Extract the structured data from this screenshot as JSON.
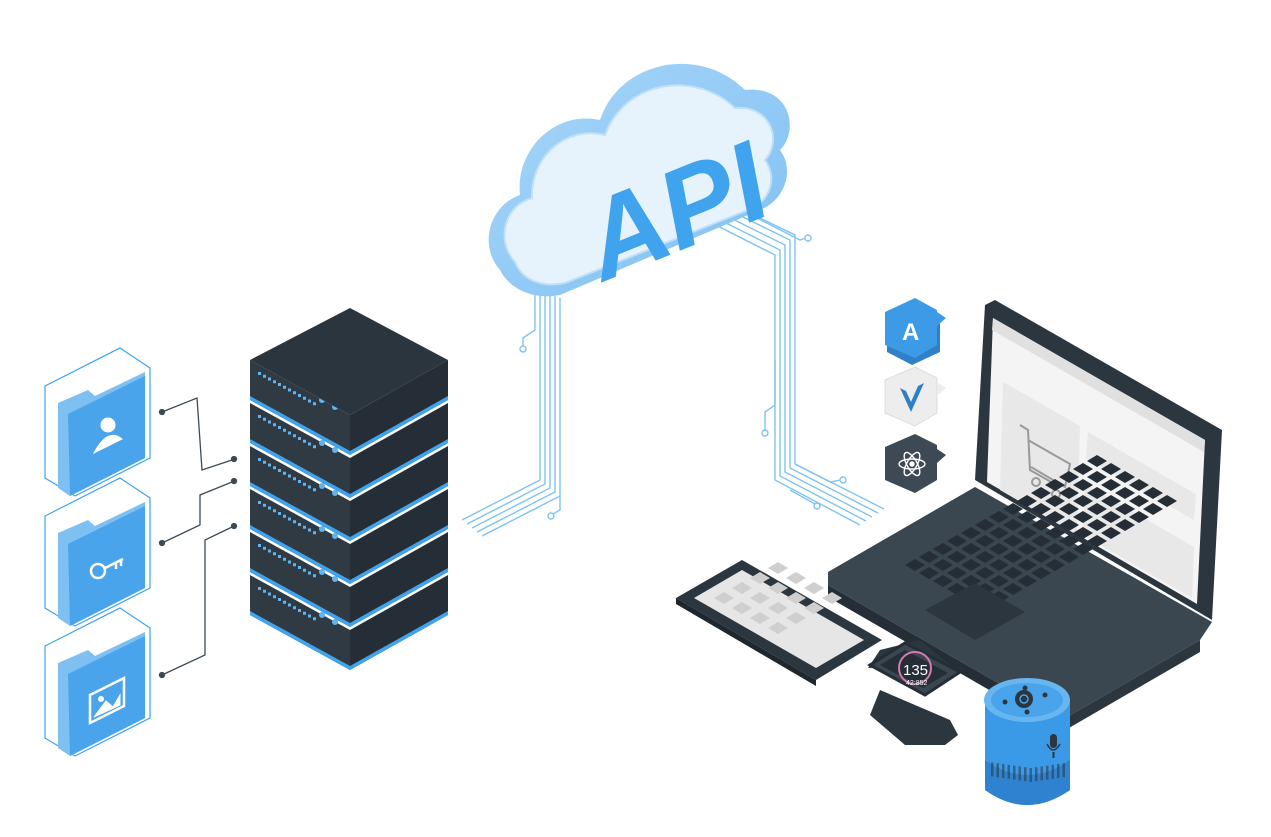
{
  "cloud": {
    "label": "API"
  },
  "frameworks": [
    {
      "name": "angular-badge",
      "letter": "A",
      "color": "#3a8fd6"
    },
    {
      "name": "vue-badge",
      "icon": "vue-icon",
      "color": "#eeeeee"
    },
    {
      "name": "react-badge",
      "icon": "react-atom-icon",
      "color": "#3d4a55"
    }
  ],
  "folders": [
    {
      "name": "user-folder",
      "icon": "user-icon"
    },
    {
      "name": "key-folder",
      "icon": "key-icon"
    },
    {
      "name": "image-folder",
      "icon": "image-icon"
    }
  ],
  "watch": {
    "value": "135",
    "sub": "42:852"
  },
  "colors": {
    "accent": "#3fa3ee",
    "dark": "#2f3a43",
    "darker": "#252e36",
    "light": "#e3f1fc"
  }
}
